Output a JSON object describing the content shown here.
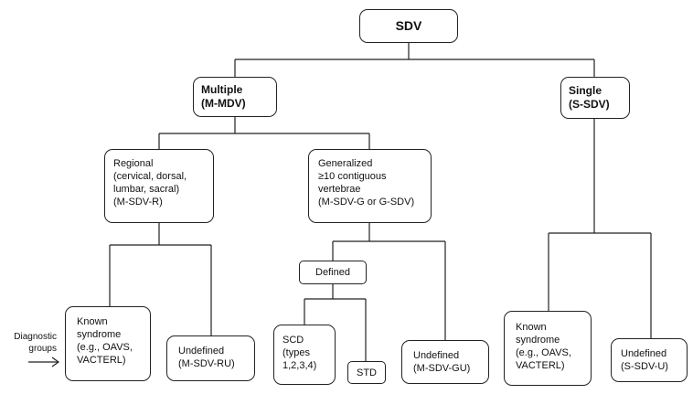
{
  "root": {
    "label": "SDV"
  },
  "multiple": {
    "lines": [
      "Multiple",
      "(M-MDV)"
    ]
  },
  "single": {
    "lines": [
      "Single",
      "(S-SDV)"
    ]
  },
  "regional": {
    "lines": [
      "Regional",
      "(cervical, dorsal,",
      "lumbar, sacral)",
      "(M-SDV-R)"
    ]
  },
  "generalized": {
    "lines": [
      "Generalized",
      "≥10 contiguous",
      "vertebrae",
      "(M-SDV-G or G-SDV)"
    ]
  },
  "defined": {
    "label": "Defined"
  },
  "known_syndrome_r": {
    "lines": [
      "Known",
      "syndrome",
      "(e.g., OAVS,",
      "VACTERL)"
    ]
  },
  "undefined_r": {
    "lines": [
      "Undefined",
      "(M-SDV-RU)"
    ]
  },
  "scd": {
    "lines": [
      "SCD",
      "(types",
      "1,2,3,4)"
    ]
  },
  "std": {
    "label": "STD"
  },
  "undefined_g": {
    "lines": [
      "Undefined",
      "(M-SDV-GU)"
    ]
  },
  "known_syndrome_s": {
    "lines": [
      "Known",
      "syndrome",
      "(e.g., OAVS,",
      "VACTERL)"
    ]
  },
  "undefined_s": {
    "lines": [
      "Undefined",
      "(S-SDV-U)"
    ]
  },
  "legend": {
    "lines": [
      "Diagnostic",
      "groups"
    ],
    "arrow": "→"
  }
}
